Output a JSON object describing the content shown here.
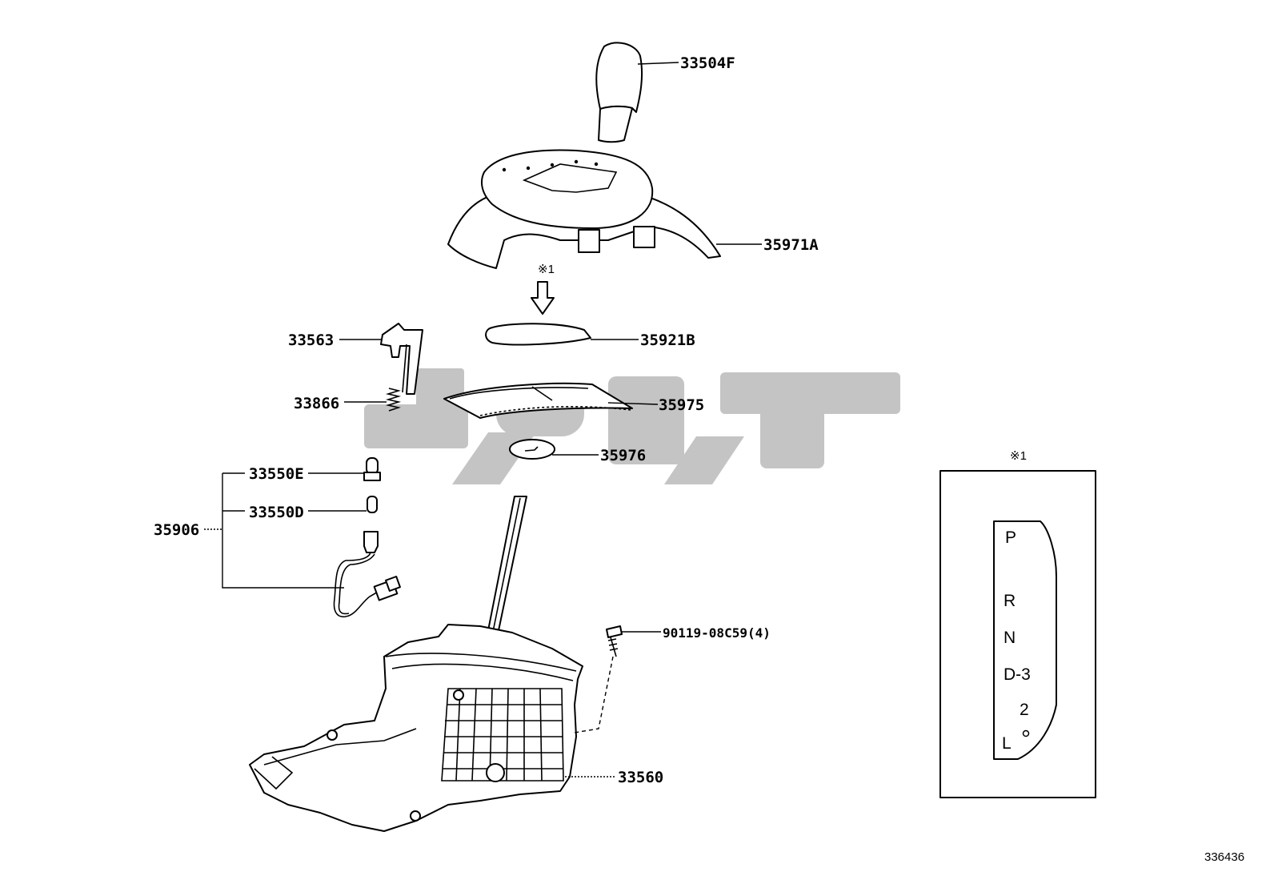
{
  "parts": {
    "knob": "33504F",
    "housing_cover": "35971A",
    "indicator_plate": "35921B",
    "bulb_socket": "33563",
    "spring": "33866",
    "slide_plate": "35975",
    "stopper": "35976",
    "bulb_e": "33550E",
    "bulb_d": "33550D",
    "harness_group": "35906",
    "bolt": "90119-08C59(4)",
    "shift_lever_assy": "33560"
  },
  "notes": {
    "ref_mark_arrow": "※1",
    "ref_mark_box": "※1"
  },
  "gate_positions": {
    "p": "P",
    "r": "R",
    "n": "N",
    "d3": "D-3",
    "two": "2",
    "l": "L"
  },
  "watermark": "کالانو",
  "illustration_id": "336436"
}
